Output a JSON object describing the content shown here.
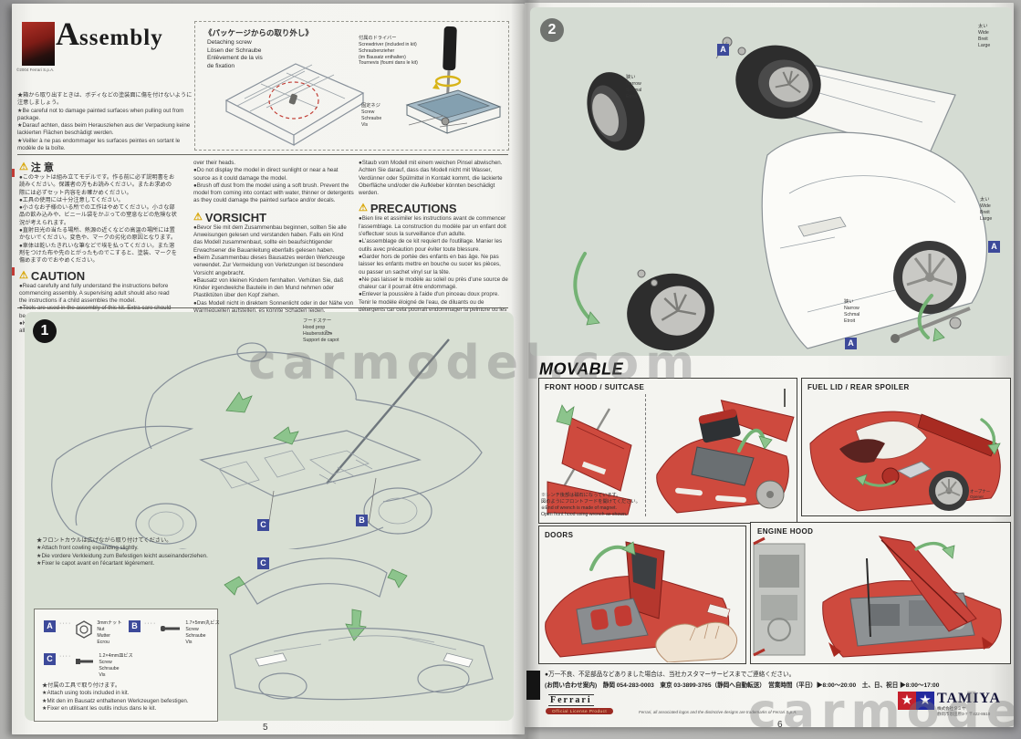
{
  "colors": {
    "backdrop": "#b0b0ae",
    "paper": "#f4f4f0",
    "panel_green": "#d8dfd3",
    "car_red": "#ce4a3e",
    "callout_blue": "#3d4a9a",
    "arrow_green": "#8cc48c",
    "tamiya_red": "#c5202c",
    "tamiya_blue": "#232a9e",
    "ferrari_badge_red": "#9c2a22"
  },
  "watermarks": {
    "center": "carmodel.com",
    "bottom_right": "carmodel.com"
  },
  "left_page": {
    "page_number": "5",
    "header": {
      "title_initial": "A",
      "title_rest": "ssembly",
      "photo_caption": "©2004 Ferrari S.p.A.",
      "notes": [
        "★箱から取り出すときは、ボディなどの塗装面に傷を付けないように注意しましょう。",
        "★Be careful not to damage painted surfaces when pulling out from package.",
        "★Darauf achten, dass beim Herausziehen aus der Verpackung keine lackierten Flächen beschädigt werden.",
        "★Veiller à ne pas endommager les surfaces peintes en sortant le modèle de la boîte."
      ]
    },
    "detach_box": {
      "title_jp": "《パッケージからの取り外し》",
      "title_lines": [
        "Detaching screw",
        "Lösen der Schraube",
        "Enlèvement de la vis",
        "de fixation"
      ],
      "screwdriver_labels": [
        "付属のドライバー",
        "Screwdriver (included in kit)",
        "Schraubenzieher",
        "(im Bausatz enthalten)",
        "Tournevis (fourni dans le kit)"
      ],
      "screw_labels": [
        "固定ネジ",
        "Screw",
        "Schraube",
        "Vis"
      ]
    },
    "caution_jp": {
      "title": "注 意",
      "bullets": [
        "●このキットは組み立てモデルです。作る前に必ず説明書をお読みください。保護者の方もお読みください。またお求めの際には必ずセット内容をお確かめください。",
        "●工具の使用には十分注意してください。",
        "●小さなお子様のいる所での工作はやめてください。小さな部品の飲み込みや、ビニール袋をかぶっての窒息などの危険な状況が考えられます。",
        "●直射日光の当たる場所、熱源の近くなどの高温の場所には置かないでください。変色や、マークの劣化の原因となります。",
        "●車体は乾いたきれいな筆などで埃を払ってください。また溶剤をつけた布や先のとがったものでこすると、塗装、マークを傷めますのでおやめください。"
      ]
    },
    "caution_en": {
      "title": "CAUTION",
      "bullets": [
        "●Read carefully and fully understand the instructions before commencing assembly. A supervising adult should also read the instructions if a child assembles the model.",
        "●Tools are used in the assembly of this kit. Extra care should be taken to avoid personal injury.",
        "●Keep out of reach of small children. Children must not be allowed to put any parts in their mouth, or pull vinyl bag"
      ],
      "continuation": [
        "over their heads.",
        "●Do not display the model in direct sunlight or near a heat source as it could damage the model.",
        "●Brush off dust from the model using a soft brush. Prevent the model from coming into contact with water, thinner or detergents as they could damage the painted surface and/or decals."
      ]
    },
    "caution_de": {
      "title": "VORSICHT",
      "bullets": [
        "●Bevor Sie mit dem Zusammenbau beginnen, sollten Sie alle Anweisungen gelesen und verstanden haben. Falls ein Kind das Modell zusammenbaut, sollte ein beaufsichtigender Erwachsener die Bauanleitung ebenfalls gelesen haben.",
        "●Beim Zusammenbau dieses Bausatzes werden Werkzeuge verwendet. Zur Vermeidung von Verletzungen ist besondere Vorsicht angebracht.",
        "●Bausatz von kleinen Kindern fernhalten. Verhüten Sie, daß Kinder irgendwelche Bauteile in den Mund nehmen oder Plastiktüten über den Kopf ziehen.",
        "●Das Modell nicht in direktem Sonnenlicht oder in der Nähe von Wärmequellen aufstellen, es könnte Schaden leiden."
      ],
      "continuation": [
        "●Staub vom Modell mit einem weichen Pinsel abwischen. Achten Sie darauf, dass das Modell nicht mit Wasser, Verdünner oder Spülmittel in Kontakt kommt, die lackierte Oberfläche und/oder die Aufkleber könnten beschädigt werden."
      ]
    },
    "caution_fr": {
      "title": "PRECAUTIONS",
      "bullets": [
        "●Bien lire et assimiler les instructions avant de commencer l'assemblage. La construction du modèle par un enfant doit s'effectuer sous la surveillance d'un adulte.",
        "●L'assemblage de ce kit requiert de l'outillage. Manier les outils avec précaution pour éviter toute blessure.",
        "●Garder hors de portée des enfants en bas âge. Ne pas laisser les enfants mettre en bouche ou sucer les pièces, ou passer un sachet vinyl sur la tête.",
        "●Ne pas laisser le modèle au soleil ou près d'une source de chaleur car il pourrait être endommagé.",
        "●Enlever la poussière à l'aide d'un pinceau doux propre. Tenir le modèle éloigné de l'eau, de diluants ou de détergents car cela pourrait endommager la peinture ou les décalcomanies."
      ]
    },
    "step1": {
      "number": "1",
      "hood_prop": [
        "フードステー",
        "Hood prop",
        "Haubenstütze",
        "Support de capot"
      ],
      "callout_b": "B",
      "callout_c": "C",
      "cowl_notes": [
        "★フロントカウルは広げながら取り付けてください。",
        "★Attach front cowling expanding slightly.",
        "★Die vordere Verkleidung zum Befestigen leicht auseinanderziehen.",
        "★Fixer le capot avant en l'écartant légèrement."
      ],
      "parts": [
        {
          "letter": "A",
          "size": "3mmナット",
          "names": [
            "Nut",
            "Mutter",
            "Ecrou"
          ]
        },
        {
          "letter": "B",
          "size": "1.7×5mm丸ビス",
          "names": [
            "Screw",
            "Schraube",
            "Vis"
          ]
        },
        {
          "letter": "C",
          "size": "1.2×4mm皿ビス",
          "names": [
            "Screw",
            "Schraube",
            "Vis"
          ]
        }
      ],
      "tool_notes": [
        "★付属の工具で取り付けます。",
        "★Attach using tools included in kit.",
        "★Mit den im Bausatz enthaltenen Werkzeugen befestigen.",
        "★Fixer en utilisant les outils inclus dans le kit."
      ]
    }
  },
  "right_page": {
    "page_number": "6",
    "step2": {
      "number": "2",
      "narrow": [
        "狭い",
        "Narrow",
        "Schmal",
        "Etroit"
      ],
      "wide": [
        "太い",
        "Wide",
        "Breit",
        "Large"
      ],
      "callout_a": "A"
    },
    "movable": {
      "title": "MOVABLE",
      "front_hood": {
        "title": "FRONT HOOD / SUITCASE",
        "notes": [
          "※レンチ後部は磁石になっています。",
          "図のようにフロントフードを開けてください。",
          "※End of wrench is made of magnet.",
          "Open front hood using wrench as shown."
        ]
      },
      "fuel_lid": {
        "title": "FUEL LID / REAR SPOILER",
        "opener": [
          "オープナー",
          "Opener"
        ]
      },
      "doors": {
        "title": "DOORS"
      },
      "engine_hood": {
        "title": "ENGINE HOOD"
      }
    },
    "footer": {
      "service_line1": "●万一不良、不足部品などありました場合は、当社カスタマーサービスまでご連絡ください。",
      "service_line2": "(お問い合わせ案内)　静岡 054-283-0003　東京 03-3899-3765（静岡へ自動転送）　営業時間（平日）▶8:00〜20:00　土、日、祝日 ▶8:00〜17:00",
      "ferrari_script": "Ferrari",
      "ferrari_badge": "Official License Product",
      "ferrari_note": "Ferrari, all associated logos and the distinctive designs are trademarks of Ferrari S.p.A.",
      "tamiya_star": "★",
      "tamiya_wordmark": "TAMIYA",
      "tamiya_company": "株式会社タミヤ",
      "tamiya_address": "静岡市恩田原3-7 〒422-8610"
    }
  }
}
